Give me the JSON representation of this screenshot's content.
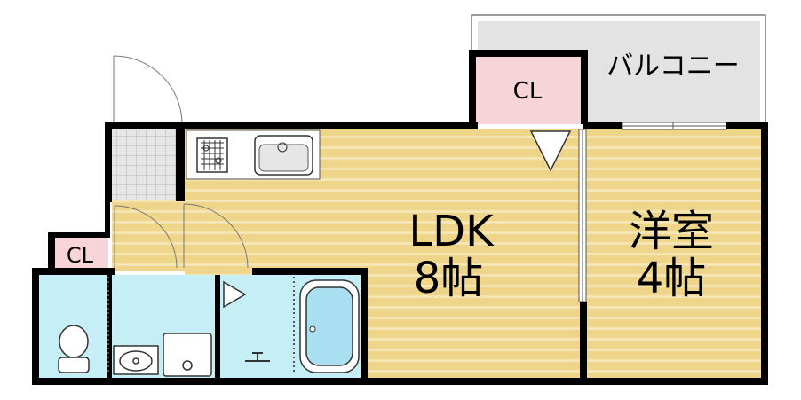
{
  "plan": {
    "rooms": {
      "ldk": {
        "name": "LDK",
        "size": "8帖"
      },
      "western": {
        "name": "洋室",
        "size": "4帖"
      },
      "balcony": {
        "name": "バルコニー"
      },
      "closet_upper": {
        "name": "CL"
      },
      "closet_lower": {
        "name": "CL"
      }
    },
    "colors": {
      "floor_wood": "#efd58a",
      "floor_stripe": "#f6e5b4",
      "wet_area": "#c6eef7",
      "closet": "#f7d4d8",
      "balcony": "#e3e3e3",
      "wall": "#000000",
      "entry_tile": "#e6e6e6"
    }
  }
}
